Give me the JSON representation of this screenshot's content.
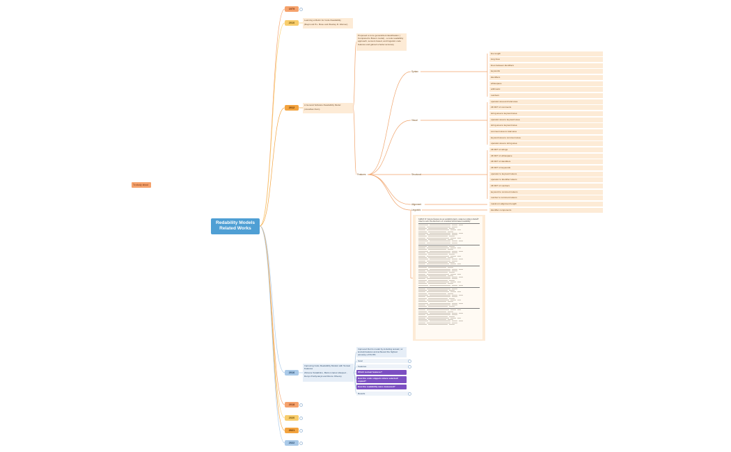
{
  "central": {
    "label": "Redability Models Related Works"
  },
  "floating": {
    "label": "To study about"
  },
  "years": {
    "y1979": "1979",
    "y2010": "2010",
    "y2012": "2012",
    "y2016": "2016",
    "y2018": "2018",
    "y2020": "2020",
    "y2021": "2021",
    "y2022": "2022"
  },
  "y2010": {
    "title": "Learning a Metric for Code Readability",
    "authors": "(Raymond P.L. Buse and Westley R. Weimer)"
  },
  "y2012": {
    "title": "A General Software Readability Model",
    "author": "(Jonathan Dorn)",
    "note": "Proposed a more generalized classification ( Compared to Buse's model) - a code readability approach, sensors based, and linguistic code features and gained a better accuracy",
    "features_label": "Features",
    "syntax_label": "Syntax",
    "visual_label": "Visual",
    "structural_label": "Structural",
    "alignment_label": "Alignment",
    "linguistic_label": "Linguistic",
    "syntax": [
      "line length",
      "long lines",
      "lines between identifiers",
      "keywords",
      "identifiers",
      "whitespace",
      "arithmetic",
      "numbers"
    ],
    "visual": [
      "operator area and total area",
      "2D DFT of comments",
      "string area to keyword area",
      "operator area to keyword area",
      "string area to keyword area",
      "comment area to total area",
      "keyword area to comment area",
      "operator area to string area"
    ],
    "structural": [
      "2D DFT of strings",
      "2D DFT of whitespace",
      "2D DFT of identifiers",
      "2D DFT of keywords",
      "operator to keyword tokens",
      "operator to identifier tokens",
      "2D DFT of numbers",
      "keyword to comment tokens",
      "number to comment tokens"
    ],
    "alignment": [
      "maximum alignment length"
    ],
    "linguistic": [
      "identifier components"
    ],
    "table_caption": "TABLE IV: Selected features in our readability metric, ranked according to ReliefF value for each. The direction is of correlation with increased readability."
  },
  "y2016": {
    "title": "Improving Code Readability Models with Textual Features",
    "authors": "(Simone Scalabrino, Mario Linares-Vasquez , Denys Poshyvanyk and Rocco Oliveto)",
    "summary": "Improved Dorn's model by including textual ( or lexical) features and achieved the highest accuracy of 81.8%",
    "goal": "Goal",
    "features": "Features",
    "q1": "Which textual features?",
    "q2": "How the code snippets where selected/ copied?",
    "q3": "How the readability were measured?",
    "results": "Results"
  },
  "colors": {
    "central": "#4f9fd4",
    "orange": "#f5a26c",
    "yellow": "#f8cd6c",
    "amber": "#f3a33e",
    "blue": "#a9c9e8",
    "purple": "#7c4fc2",
    "branch": "#f0a36a",
    "card": "#fdebd6"
  }
}
